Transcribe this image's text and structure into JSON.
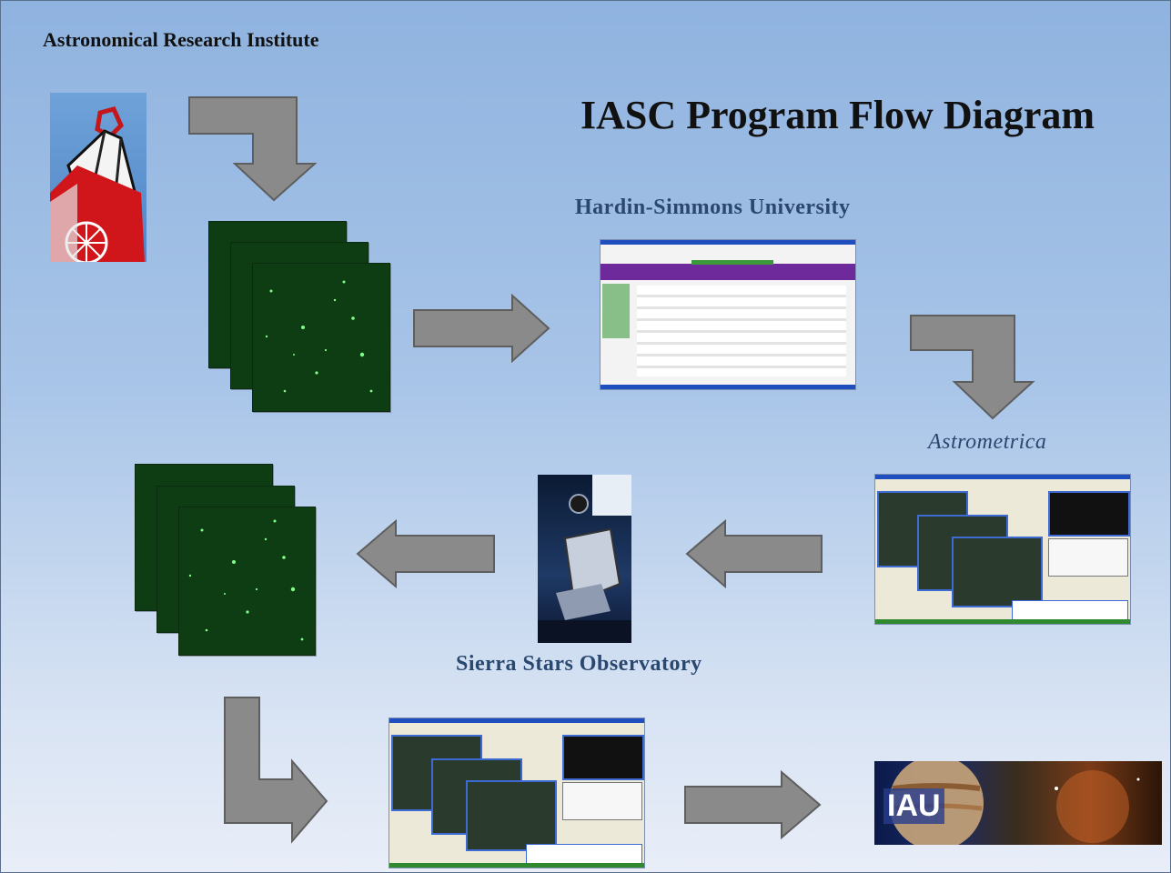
{
  "header": {
    "institute": "Astronomical Research Institute",
    "title": "IASC Program Flow Diagram"
  },
  "captions": {
    "hsu": "Hardin-Simmons University",
    "astrometrica": "Astrometrica",
    "sierra": "Sierra Stars Observatory"
  },
  "logos": {
    "iau": "IAU"
  },
  "colors": {
    "arrow_fill": "#8a8a8a",
    "arrow_stroke": "#5e5e5e",
    "caption": "#2a4770",
    "starfield": "#0f3d13",
    "hsu_banner": "#6e2a9a"
  }
}
